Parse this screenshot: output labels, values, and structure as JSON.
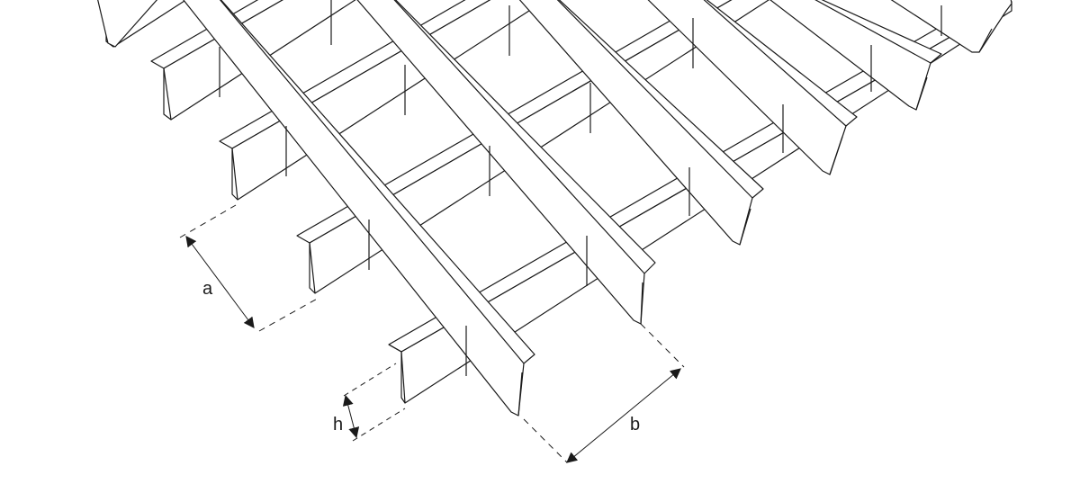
{
  "dimensions": {
    "a": "a",
    "b": "b",
    "h": "h"
  },
  "colors": {
    "background": "#ffffff",
    "line": "#1a1a1a"
  }
}
